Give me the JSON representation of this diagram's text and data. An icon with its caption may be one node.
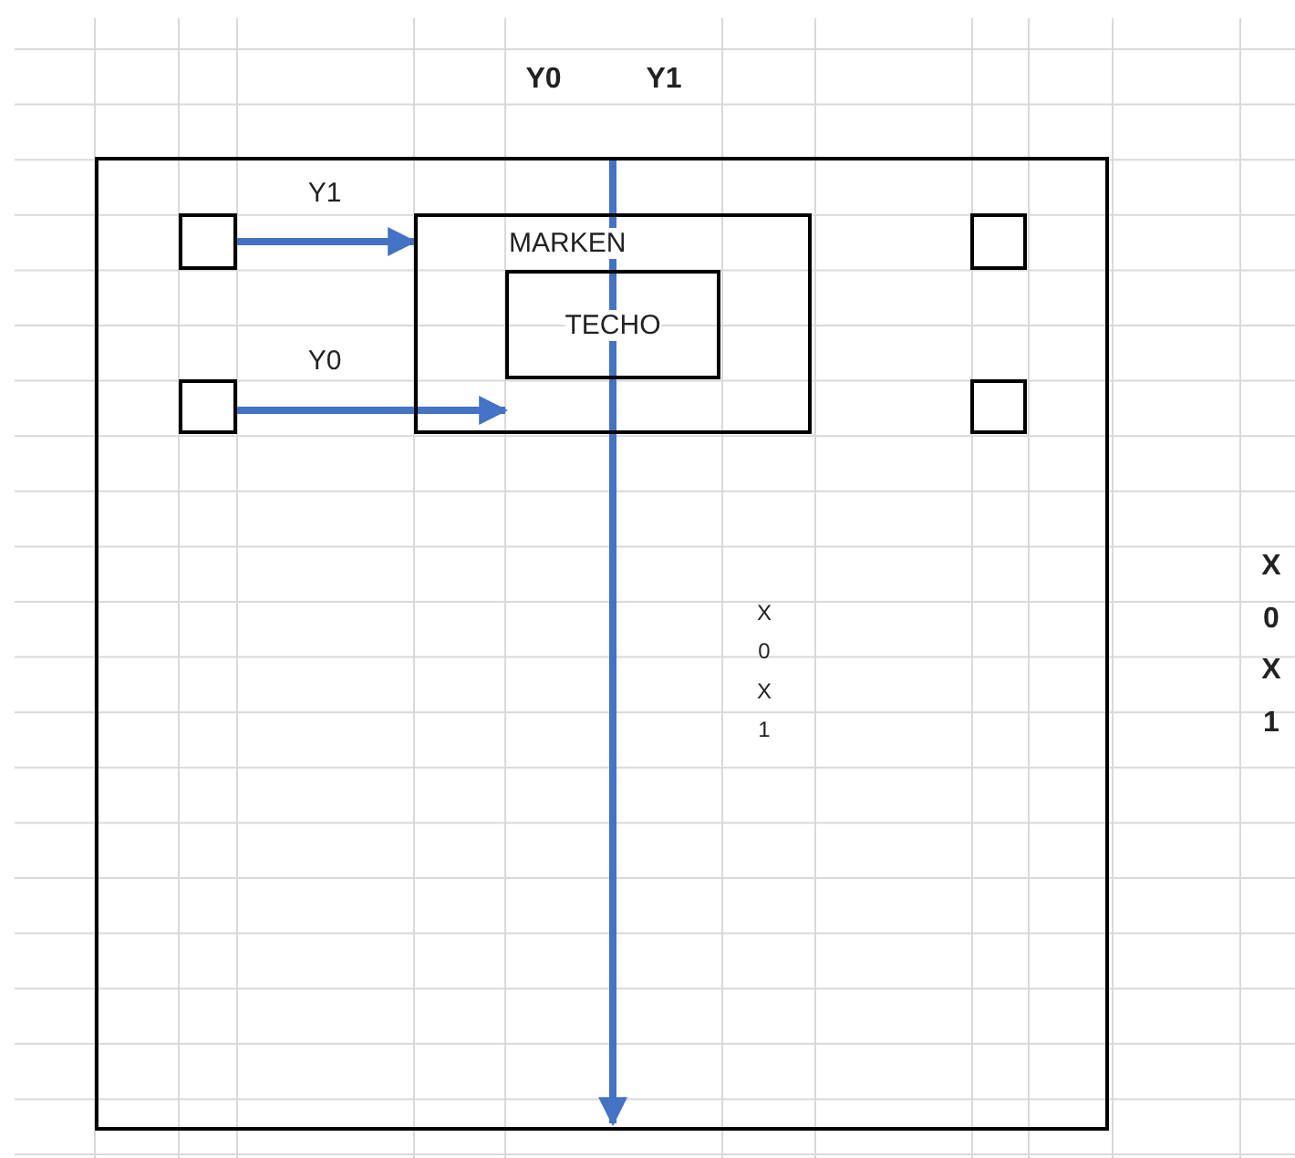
{
  "diagram": {
    "nodes": [
      {
        "text": [],
        "shape": "box"
      },
      {
        "text": [],
        "shape": "box",
        "in": 0
      },
      {
        "text": [
          "MARKEN"
        ],
        "in": 0
      },
      {
        "text": [],
        "shape": "box",
        "in": 0
      },
      {
        "text": [
          "TECHO"
        ],
        "in": 2
      },
      {
        "text": [],
        "shape": "box",
        "in": 0
      },
      {
        "text": [],
        "shape": "box",
        "in": 0
      }
    ],
    "edges": [
      {
        "from": 1,
        "to": 2,
        "arrow": "to",
        "label": "Y1"
      },
      {
        "from": 5,
        "to": 4,
        "arrow": "to",
        "label": "Y0"
      }
    ],
    "labels": [
      "Y0",
      "Y1",
      "X",
      "0",
      "X",
      "1",
      "X",
      "0",
      "X",
      "1"
    ]
  }
}
